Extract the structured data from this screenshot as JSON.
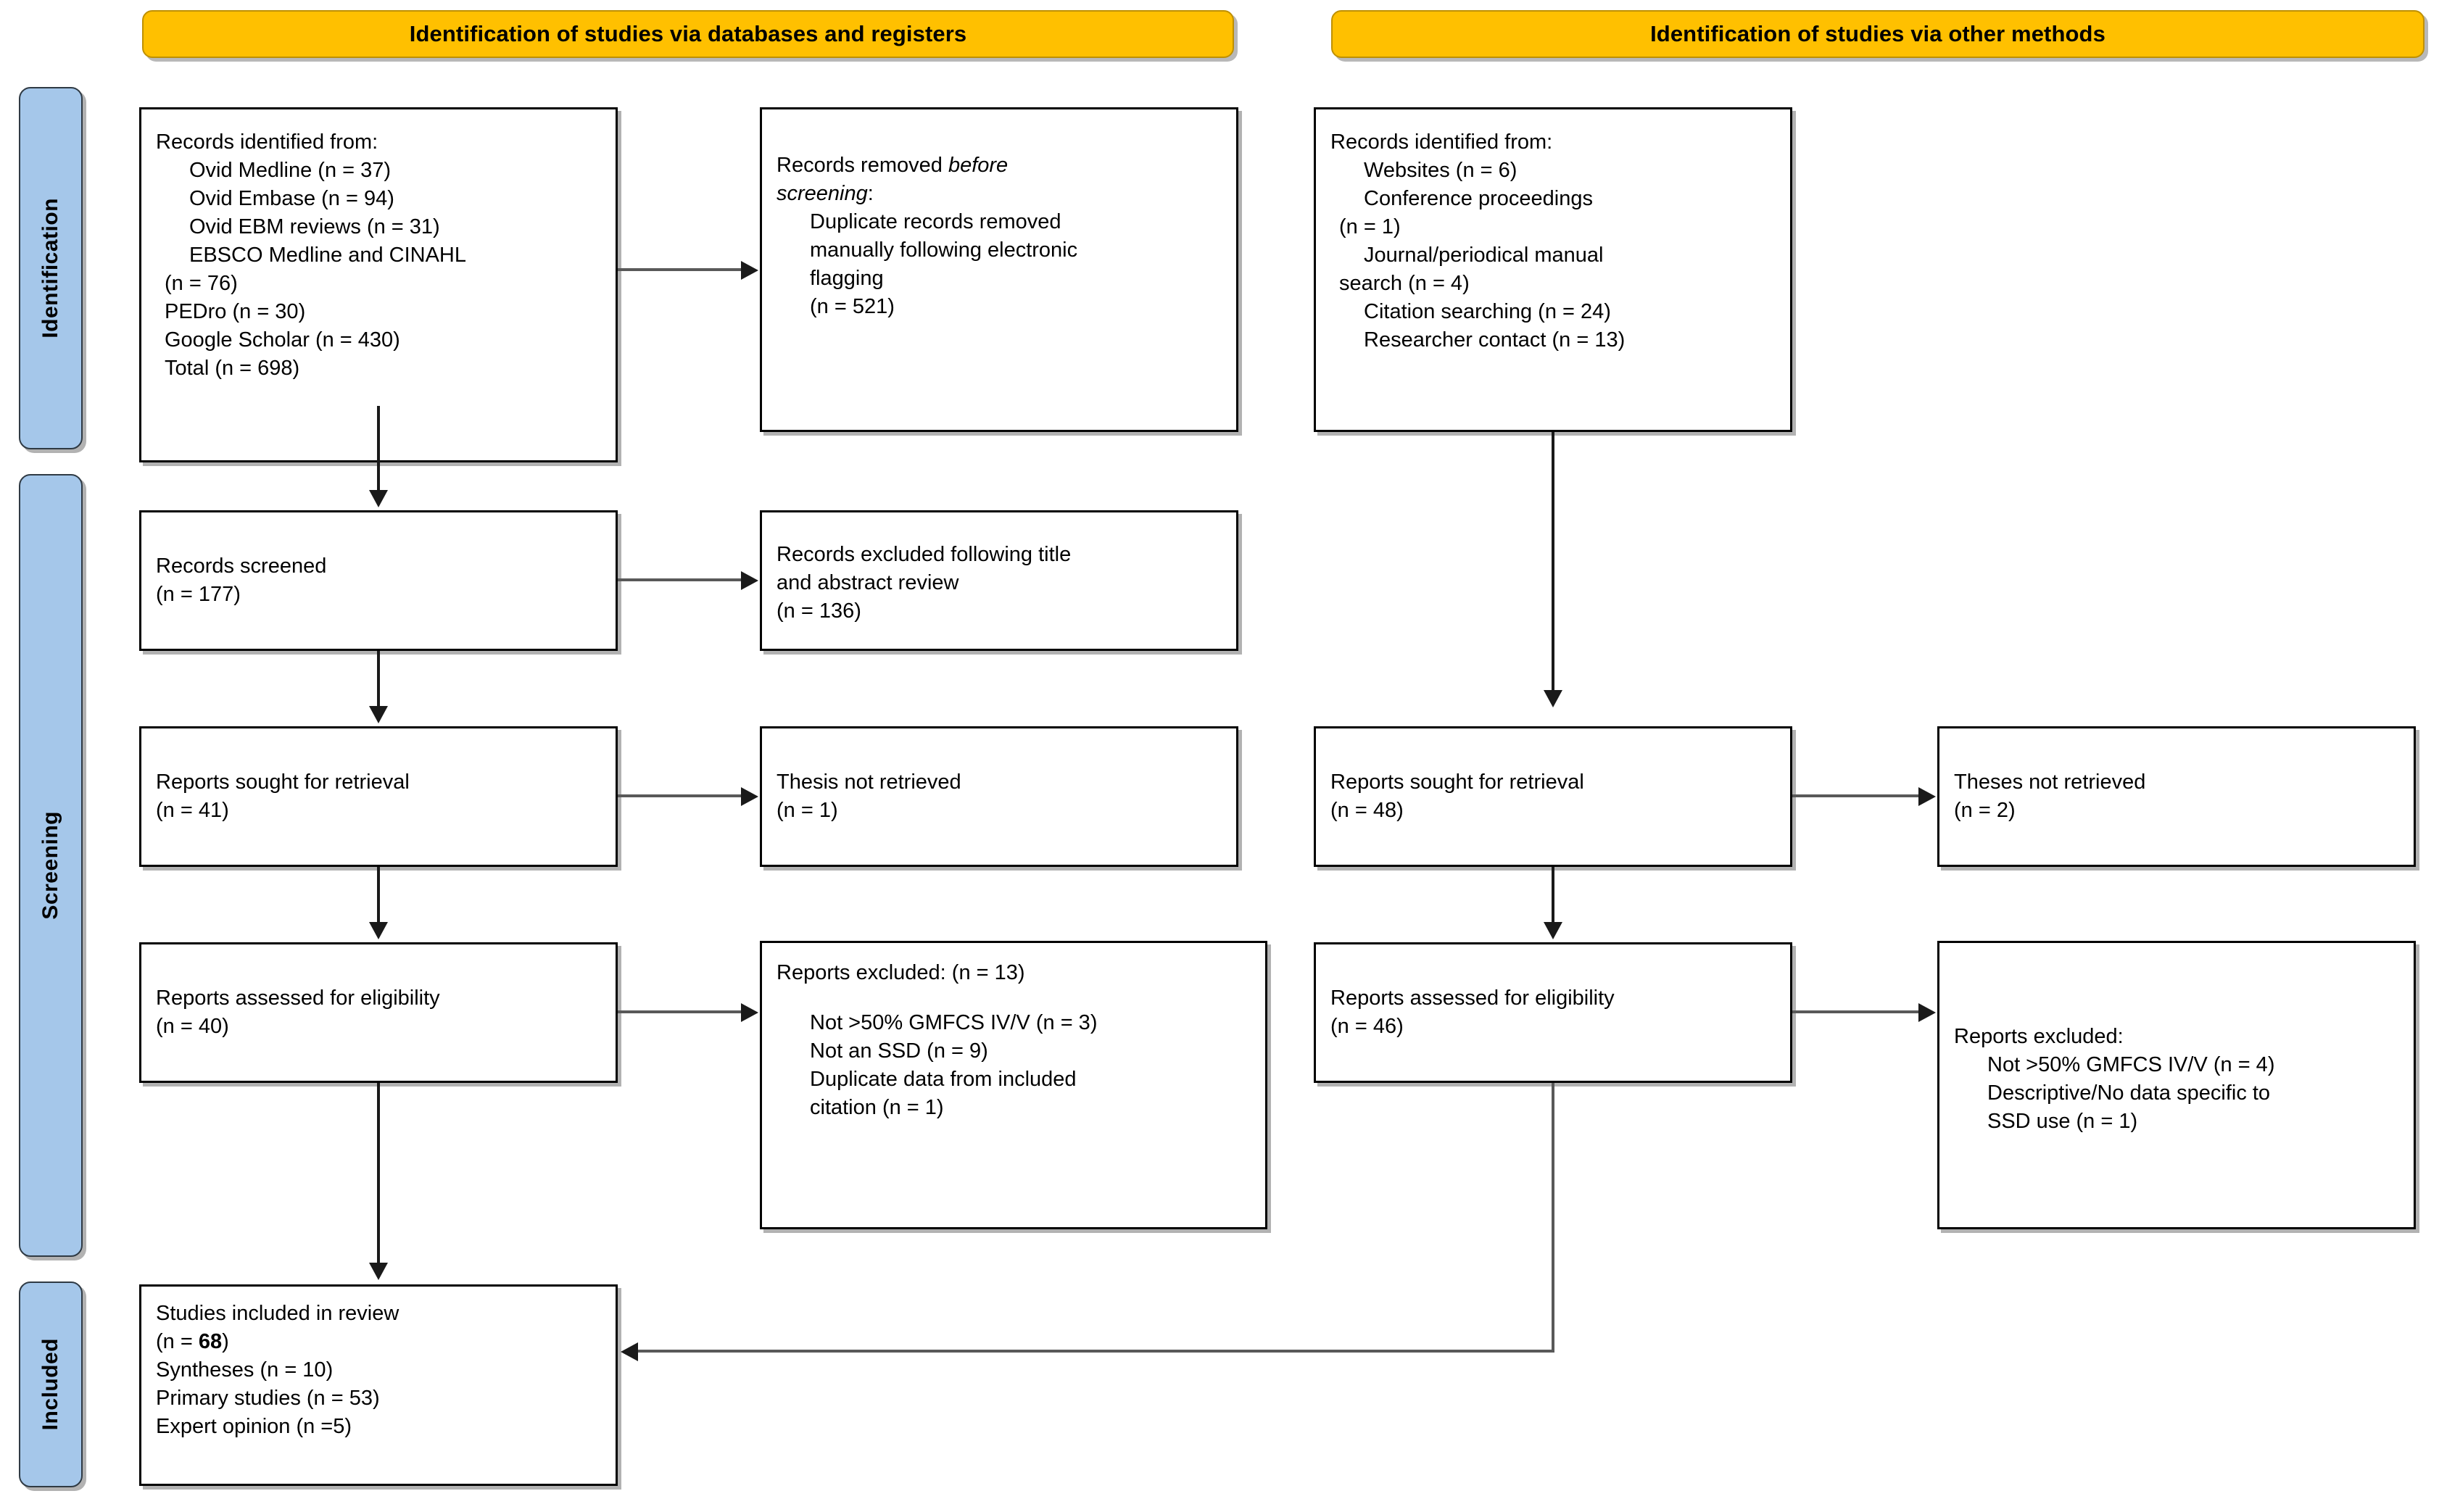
{
  "diagram": {
    "type": "prisma-flow-diagram",
    "colors": {
      "banner_fill": "#FFC000",
      "phase_fill": "#A5C7EA",
      "box_fill": "#FFFFFF",
      "border": "#000000",
      "connector": "#595959"
    }
  },
  "banners": {
    "left": "Identification of studies via databases and registers",
    "right": "Identification of studies via other methods"
  },
  "phases": {
    "identification": "Identification",
    "screening": "Screening",
    "included": "Included"
  },
  "boxes": {
    "db_identified": {
      "heading": "Records identified from:",
      "items": [
        "Ovid Medline (n = 37)",
        "Ovid Embase (n = 94)",
        "Ovid EBM reviews (n = 31)",
        "EBSCO Medline and CINAHL",
        "(n = 76)",
        "PEDro (n = 30)",
        "Google Scholar (n = 430)",
        "Total (n = 698)"
      ]
    },
    "db_removed": {
      "line1_plain": "Records removed ",
      "line1_italic": "before",
      "line2_italic": "screening",
      "line2_plain": ":",
      "items": [
        "Duplicate records removed",
        "manually following electronic",
        "flagging",
        " (n = 521)"
      ]
    },
    "other_identified": {
      "heading": "Records identified from:",
      "items": [
        "Websites (n = 6)",
        "Conference proceedings",
        " (n = 1)",
        "Journal/periodical manual",
        "search (n = 4)",
        "Citation searching (n = 24)",
        "Researcher contact (n = 13)"
      ]
    },
    "db_screened": {
      "line1": "Records screened",
      "line2": "(n = 177)"
    },
    "db_screened_excluded": {
      "line1": "Records excluded following title",
      "line2": "and abstract review",
      "line3": "(n = 136)"
    },
    "db_sought": {
      "line1": "Reports sought for retrieval",
      "line2": "(n = 41)"
    },
    "db_not_retrieved": {
      "line1": "Thesis not retrieved",
      "line2": "(n = 1)"
    },
    "db_assessed": {
      "line1": "Reports assessed for eligibility",
      "line2": "(n = 40)"
    },
    "db_excluded": {
      "heading": "Reports excluded: (n = 13)",
      "items": [
        "Not >50% GMFCS IV/V (n = 3)",
        "Not an SSD (n = 9)",
        "Duplicate data from included",
        "citation (n = 1)"
      ]
    },
    "other_sought": {
      "line1": "Reports sought for retrieval",
      "line2": "(n = 48)"
    },
    "other_not_retrieved": {
      "line1": "Theses not retrieved",
      "line2": "(n = 2)"
    },
    "other_assessed": {
      "line1": "Reports assessed for eligibility",
      "line2": "(n = 46)"
    },
    "other_excluded": {
      "heading": "Reports excluded:",
      "items": [
        "Not >50% GMFCS IV/V (n = 4)",
        "Descriptive/No data specific to",
        "SSD use (n = 1)"
      ]
    },
    "included_studies": {
      "line1": "Studies included in review",
      "line2_pre": "(n = ",
      "line2_bold": "68",
      "line2_post": ")",
      "line3": "Syntheses (n = 10)",
      "line4": "Primary studies (n = 53)",
      "line5": "Expert opinion (n =5)"
    }
  }
}
